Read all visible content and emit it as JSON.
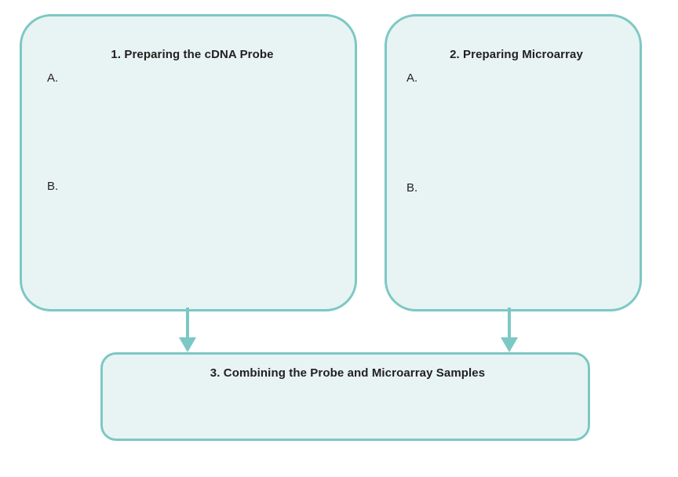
{
  "diagram": {
    "background_color": "#ffffff",
    "node_fill_color": "#e7f4f3",
    "node_border_color": "#7cc8c4",
    "text_color": "#231f20",
    "connector_color": "#7cc8c4",
    "nodes": [
      {
        "id": "step1",
        "title": "1. Preparing the cDNA Probe",
        "bullets": [
          "A.",
          "B."
        ]
      },
      {
        "id": "step2",
        "title": "2. Preparing Microarray",
        "bullets": [
          "A.",
          "B."
        ]
      },
      {
        "id": "step3",
        "title": "3. Combining the Probe and Microarray Samples",
        "bullets": []
      }
    ],
    "connectors": [
      {
        "id": "step1-to-step3",
        "from": "step1",
        "to": "step3",
        "style": "arrow-down"
      },
      {
        "id": "step2-to-step3",
        "from": "step2",
        "to": "step3",
        "style": "arrow-down"
      }
    ]
  }
}
